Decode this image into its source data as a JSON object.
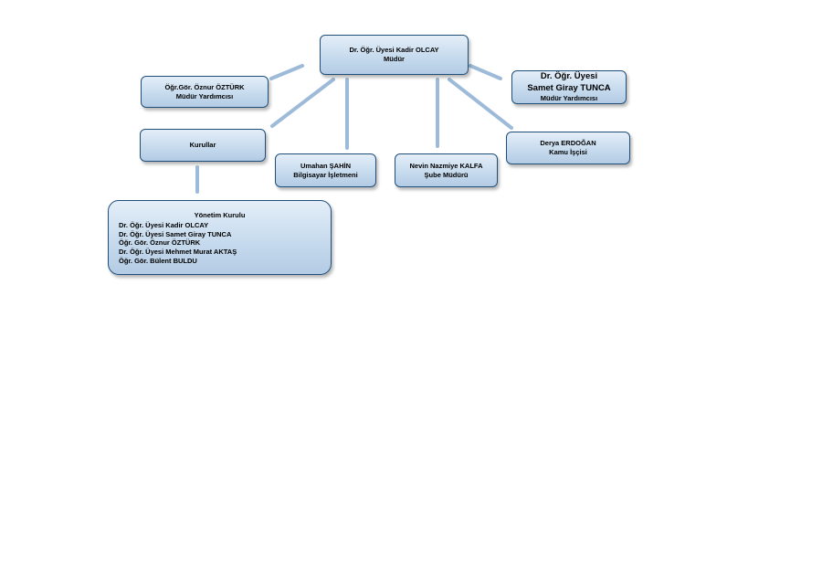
{
  "director": {
    "name": "Dr. Öğr. Üyesi Kadir OLCAY",
    "role": "Müdür"
  },
  "assistant_left": {
    "name": "Öğr.Gör. Öznur ÖZTÜRK",
    "role": "Müdür Yardımcısı"
  },
  "assistant_right": {
    "title": "Dr. Öğr. Üyesi",
    "name": "Samet Giray TUNCA",
    "role": "Müdür Yardımcısı"
  },
  "councils": {
    "label": "Kurullar"
  },
  "staff": [
    {
      "name": "Umahan ŞAHİN",
      "role": "Bilgisayar İşletmeni"
    },
    {
      "name": "Nevin Nazmiye KALFA",
      "role": "Şube Müdürü"
    },
    {
      "name": "Derya ERDOĞAN",
      "role": "Kamu İşçisi"
    }
  ],
  "board": {
    "title": "Yönetim Kurulu",
    "members": [
      "Dr. Öğr. Üyesi Kadir OLCAY",
      "Dr. Öğr. Üyesi Samet Giray TUNCA",
      "Öğr. Gör. Öznur ÖZTÜRK",
      "Dr. Öğr. Üyesi Mehmet Murat AKTAŞ",
      "Öğr. Gör. Bülent BULDU"
    ]
  },
  "colors": {
    "box_border": "#1f4e79",
    "box_fill": "#c7dbee",
    "connector": "#9dbbd9"
  }
}
